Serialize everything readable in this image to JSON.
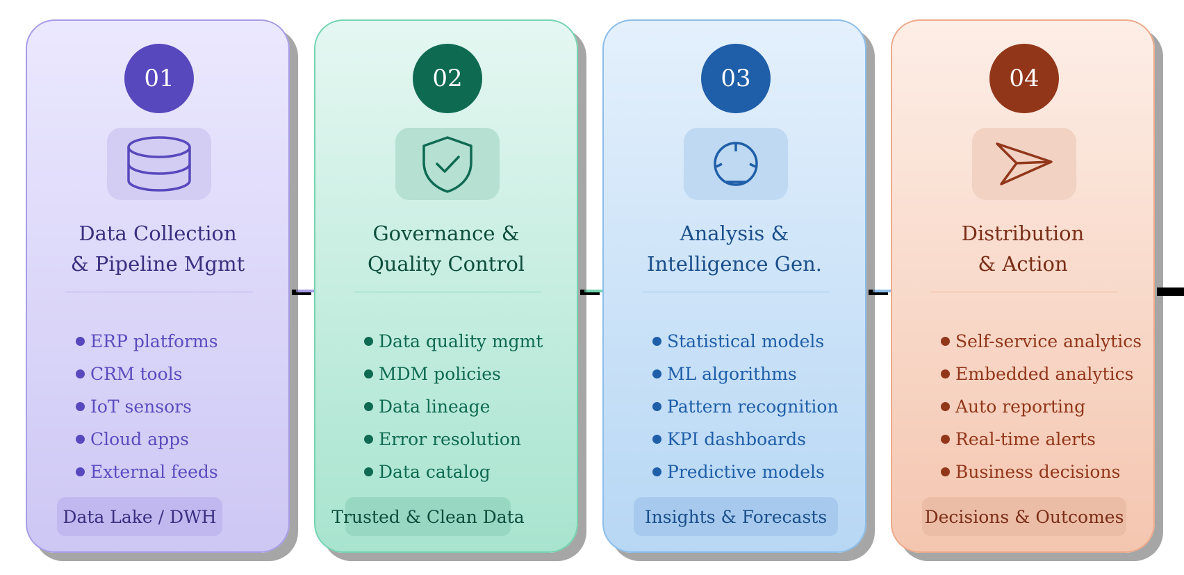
{
  "stages": [
    {
      "number": "01",
      "icon": "database-icon",
      "title": "Data Collection\n& Pipeline Mgmt",
      "items": [
        "ERP platforms",
        "CRM tools",
        "IoT sensors",
        "Cloud apps",
        "External feeds"
      ],
      "output": "Data Lake / DWH",
      "accent": "#5848bd"
    },
    {
      "number": "02",
      "icon": "shield-check-icon",
      "title": "Governance &\nQuality Control",
      "items": [
        "Data quality mgmt",
        "MDM policies",
        "Data lineage",
        "Error resolution",
        "Data catalog"
      ],
      "output": "Trusted & Clean Data",
      "accent": "#0f6a52"
    },
    {
      "number": "03",
      "icon": "gauge-icon",
      "title": "Analysis &\nIntelligence Gen.",
      "items": [
        "Statistical models",
        "ML algorithms",
        "Pattern recognition",
        "KPI dashboards",
        "Predictive models"
      ],
      "output": "Insights & Forecasts",
      "accent": "#1f5ea8"
    },
    {
      "number": "04",
      "icon": "send-icon",
      "title": "Distribution\n& Action",
      "items": [
        "Self-service analytics",
        "Embedded analytics",
        "Auto reporting",
        "Real-time alerts",
        "Business decisions"
      ],
      "output": "Decisions & Outcomes",
      "accent": "#92361a"
    }
  ],
  "connector_colors": [
    "#a79ce6",
    "#74d4b0",
    "#8cbdea"
  ]
}
